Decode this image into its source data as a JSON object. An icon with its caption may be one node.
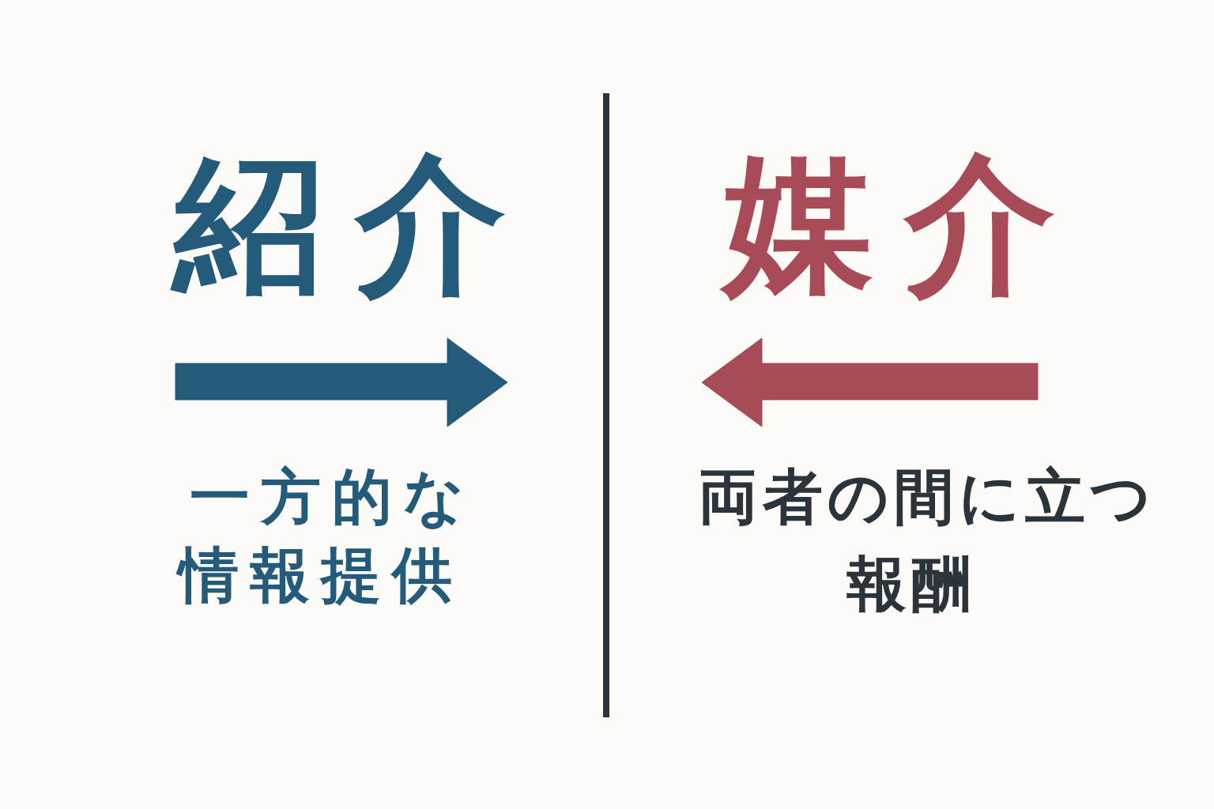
{
  "diagram": {
    "labels": [
      "紹介",
      "媒介",
      "一方的な情報提供",
      "両者の間に立つ",
      "報酬"
    ]
  }
}
